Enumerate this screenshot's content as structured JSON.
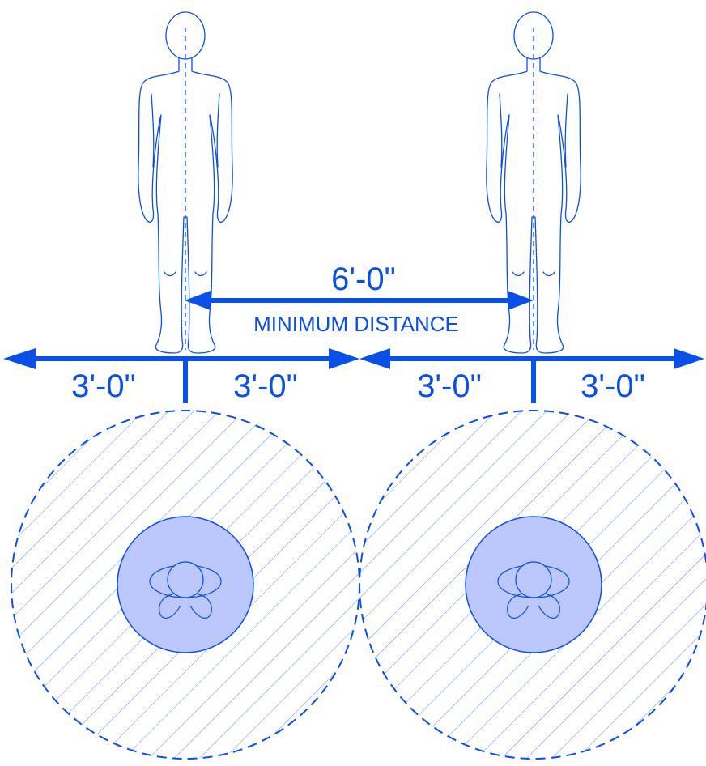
{
  "labels": {
    "distance": "6'-0\"",
    "minimum": "MINIMUM DISTANCE",
    "left_outer": "3'-0\"",
    "left_inner": "3'-0\"",
    "right_inner": "3'-0\"",
    "right_outer": "3'-0\""
  },
  "colors": {
    "line": "#0a4fe6",
    "fill": "#bcc8fb",
    "background": "#ffffff"
  }
}
